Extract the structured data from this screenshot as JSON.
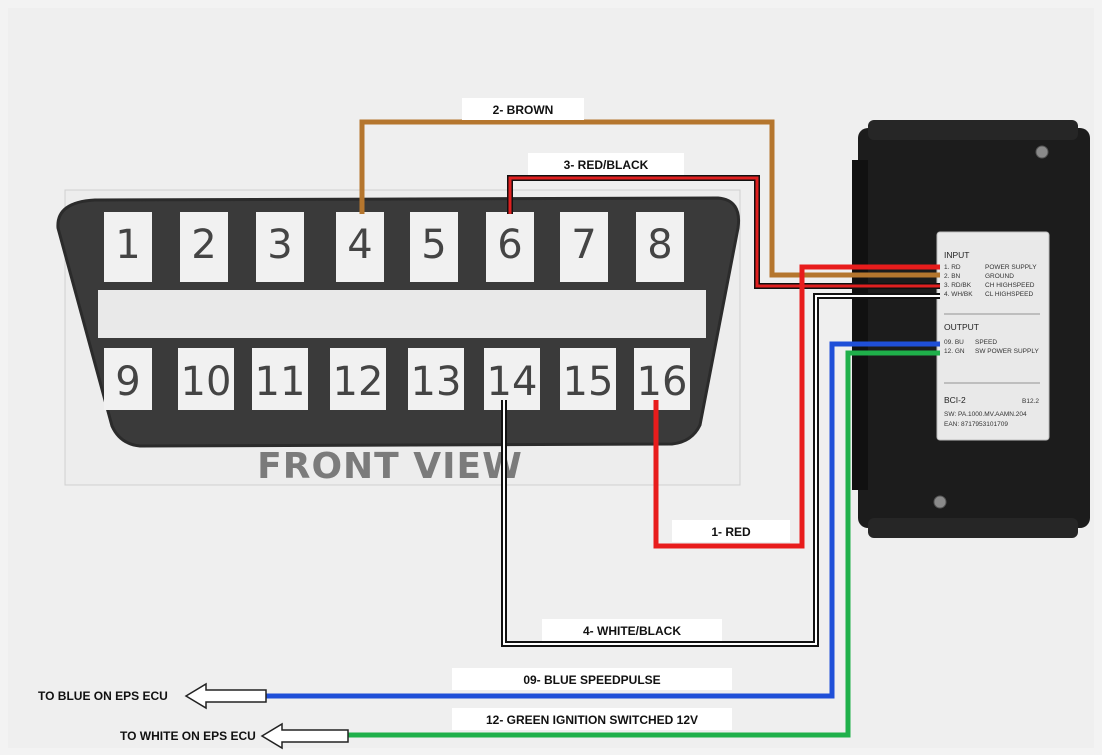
{
  "connector": {
    "top_pins": [
      "1",
      "2",
      "3",
      "4",
      "5",
      "6",
      "7",
      "8"
    ],
    "bottom_pins": [
      "9",
      "10",
      "11",
      "12",
      "13",
      "14",
      "15",
      "16"
    ],
    "caption": "FRONT VIEW"
  },
  "wires": {
    "brown": {
      "label": "2- BROWN",
      "color": "#b5762e"
    },
    "red_black": {
      "label": "3- RED/BLACK",
      "color": "#e02020"
    },
    "red": {
      "label": "1- RED",
      "color": "#e81c1c"
    },
    "white_black": {
      "label": "4- WHITE/BLACK",
      "color": "#111111"
    },
    "blue": {
      "label": "09- BLUE  SPEEDPULSE",
      "color": "#1f4fd8"
    },
    "green": {
      "label": "12- GREEN IGNITION SWITCHED 12V",
      "color": "#1fb04a"
    }
  },
  "ecu_targets": {
    "blue": "TO BLUE ON EPS ECU",
    "white": "TO WHITE ON EPS ECU"
  },
  "module_plate": {
    "input_title": "INPUT",
    "input_rows": [
      {
        "code": "1. RD",
        "desc": "POWER SUPPLY"
      },
      {
        "code": "2. BN",
        "desc": "GROUND"
      },
      {
        "code": "3. RD/BK",
        "desc": "CH HIGHSPEED"
      },
      {
        "code": "4. WH/BK",
        "desc": "CL HIGHSPEED"
      }
    ],
    "output_title": "OUTPUT",
    "output_rows": [
      {
        "code": "09. BU",
        "desc": "SPEED"
      },
      {
        "code": "12. GN",
        "desc": "SW POWER SUPPLY"
      }
    ],
    "model": "BCI-2",
    "version": "B12.2",
    "sw": "SW: PA.1000.MV.AAMN.204",
    "ean": "EAN: 8717953101709"
  }
}
